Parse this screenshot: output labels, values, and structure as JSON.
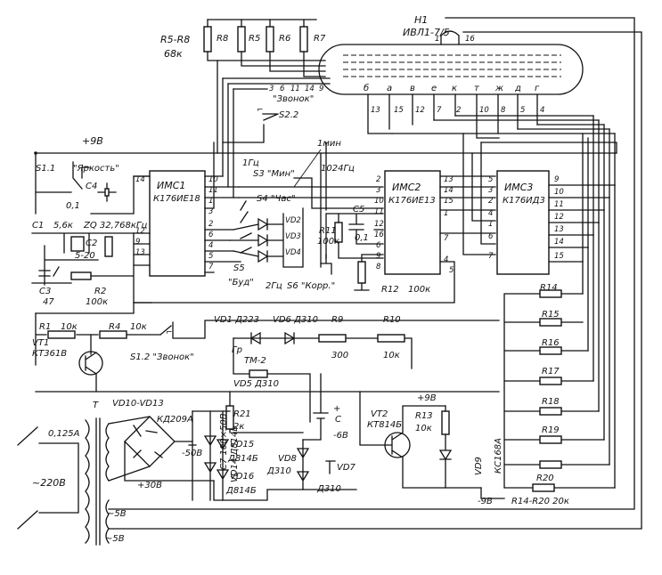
{
  "title": "",
  "tube": {
    "ref": "H1",
    "type": "ИВЛ1-7/5",
    "pin_1": "1",
    "pin_16": "16",
    "segments": [
      "б",
      "а",
      "в",
      "е",
      "к",
      "т",
      "ж",
      "д",
      "г"
    ],
    "pins": [
      "13",
      "15",
      "12",
      "7",
      "2",
      "10",
      "8",
      "5",
      "4"
    ]
  },
  "resistor_group": {
    "ref": "R5-R8",
    "value": "68к",
    "names": [
      "R8",
      "R5",
      "R6",
      "R7"
    ],
    "taps": [
      "3",
      "6",
      "11",
      "14",
      "9"
    ],
    "note": "\"Звонок\""
  },
  "supply_top": "+9В",
  "ic1": {
    "ref": "ИМС1",
    "type": "К176ИЕ18",
    "left_pins": [
      "14",
      "",
      "12",
      "9",
      "13"
    ],
    "right_pins": [
      "10",
      "11",
      "1",
      "3",
      "2",
      "6",
      "4",
      "5",
      "7"
    ]
  },
  "ic2": {
    "ref": "ИМС2",
    "type": "К176ИЕ13",
    "left_pins": [
      "2",
      "3",
      "10",
      "11",
      "12",
      "16",
      "6",
      "9",
      "8"
    ],
    "right_pins": [
      "13",
      "14",
      "15",
      "1",
      "7",
      "4",
      "5"
    ]
  },
  "ic3": {
    "ref": "ИМС3",
    "type": "К176ИД3",
    "left_pins": [
      "5",
      "3",
      "2",
      "4",
      "1",
      "6",
      "7"
    ],
    "right_pins": [
      "9",
      "10",
      "11",
      "12",
      "13",
      "14",
      "15"
    ]
  },
  "labels": {
    "s1_1": "S1.1",
    "brightness": "\"Яркость\"",
    "c4": "C4",
    "c4_val": "0,1",
    "c1": "C1",
    "c1_val": "5,6к",
    "zq": "ZQ 32,768кГц",
    "c2": "C2",
    "c2_val": "5-20",
    "c3": "C3",
    "c3_val": "47",
    "r2": "R2",
    "r2_val": "100к",
    "s2_2": "S2.2",
    "imin": "1мин",
    "f1": "1Гц",
    "s3": "S3 \"Мин\"",
    "f1024": "1024Гц",
    "s4": "S4 \"Час\"",
    "vd2": "VD2",
    "vd3": "VD3",
    "vd4": "VD4",
    "s5": "S5",
    "bud": "\"Буд\"",
    "f2": "2Гц",
    "s6": "S6 \"Корр.\"",
    "c5": "C5",
    "c5_val": "0,1",
    "r11": "R11",
    "r11_val": "100к",
    "r12": "R12",
    "r12_val": "100к",
    "r1": "R1",
    "r1_val": "10к",
    "r4": "R4",
    "r4_val": "10к",
    "vt1": "VT1",
    "vt1_type": "КТ361В",
    "s1_2": "S1.2 \"Звонок\"",
    "vd1": "VD1 Д223",
    "vd6": "VD6 Д310",
    "r9": "R9",
    "r9_val": "300",
    "r10": "R10",
    "r10_val": "10к",
    "gr": "Гр",
    "tm2": "ТМ-2",
    "vd5": "VD5 Д310",
    "r21": "R21",
    "r21_val": "2к",
    "cbat": "С",
    "cbat_val": "-6В",
    "plus_sign": "+",
    "vt2": "VT2",
    "vt2_type": "КТ814Б",
    "r13": "R13",
    "r13_val": "10к",
    "plus9": "+9В",
    "vd8": "VD8",
    "vd8_type": "Д310",
    "vd7": "VD7",
    "vd7_type": "Д310",
    "vd9": "VD9",
    "vd9_type": "КС168А",
    "vd10_13": "VD10-VD13",
    "kd209": "КД209А",
    "minus50": "-50В",
    "plus30": "+30В",
    "c7": "С7 100×50В",
    "vd14": "VD14 Д814В",
    "vd15": "VD15",
    "vd15_type": "Д814Б",
    "vd16": "VD16",
    "vd16_type": "Д814Б",
    "t": "Т",
    "fuse": "0,125А",
    "mains": "~220В",
    "sec1": "~5В",
    "sec2": "~5В",
    "minus9": "-9В",
    "r_chain_note": "R14-R20 20к",
    "r14": "R14",
    "r15": "R15",
    "r16": "R16",
    "r17": "R17",
    "r18": "R18",
    "r19": "R19",
    "r20": "R20"
  },
  "icons": {
    "switch": "switch-icon",
    "diode": "diode-icon",
    "resistor": "resistor-icon"
  }
}
